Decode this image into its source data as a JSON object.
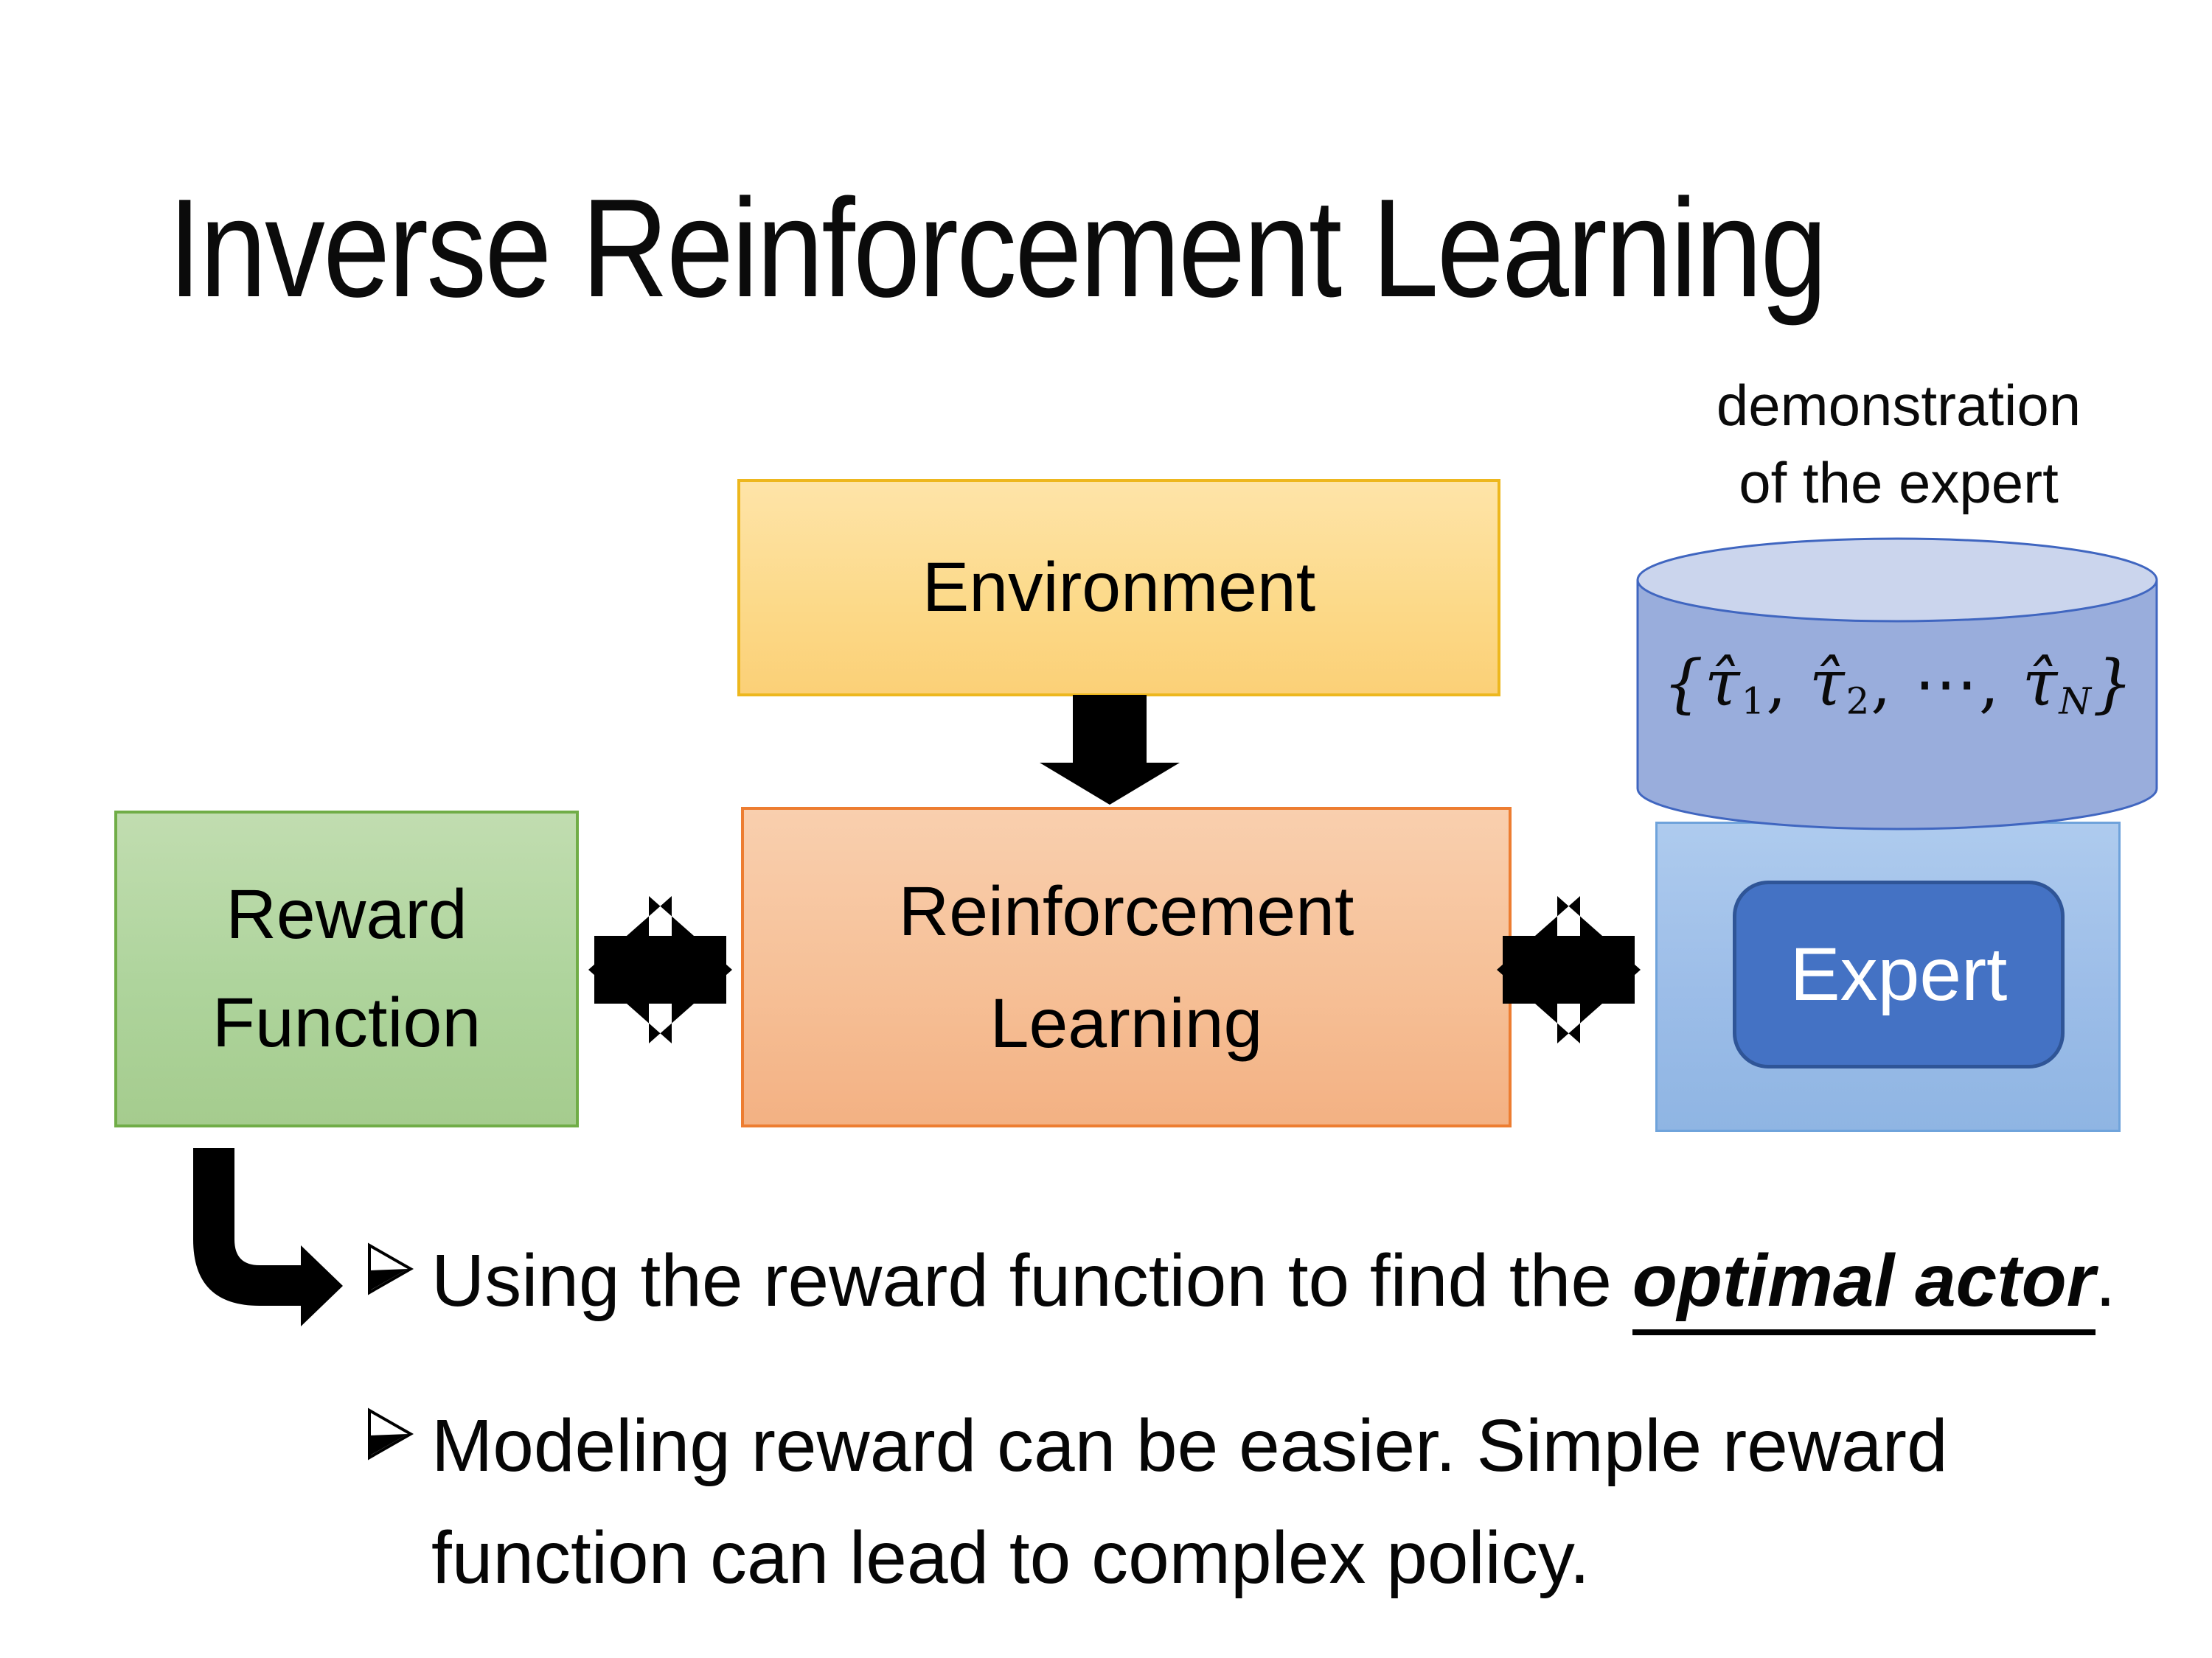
{
  "title": "Inverse Reinforcement Learning",
  "diagram": {
    "environment": {
      "label": "Environment"
    },
    "reward_function": {
      "line1": "Reward",
      "line2": "Function"
    },
    "reinforcement_learning": {
      "line1": "Reinforcement",
      "line2": "Learning"
    },
    "expert": {
      "label": "Expert"
    },
    "demonstration_caption": {
      "line1": "demonstration",
      "line2": "of the expert"
    },
    "formula": {
      "open": "{",
      "tau": "τ̂",
      "sub1": "1",
      "sub2": "2",
      "subN": "N",
      "sep": ", ",
      "dots": "⋯",
      "close": "}"
    },
    "colors": {
      "black": "#000000",
      "environment_fill": "#FCD583",
      "environment_border": "#EDB71E",
      "reward_fill": "#AED49C",
      "reward_border": "#70AD47",
      "rl_fill": "#F6C097",
      "rl_border": "#ED7D31",
      "expert_panel_fill": "#9CBDE8",
      "expert_panel_border": "#6FA3DB",
      "expert_fill": "#4472C4",
      "expert_border": "#2F5597",
      "cylinder_fill": "#99ADDC",
      "cylinder_top_fill": "#CBD5ED",
      "cylinder_border": "#4066C0"
    }
  },
  "bullets": {
    "item1": {
      "prefix": "Using the reward function to find the ",
      "emphasis": "optimal actor",
      "suffix": "."
    },
    "item2": {
      "line1": "Modeling reward can be easier. Simple reward",
      "line2": "function can lead to complex policy."
    }
  }
}
